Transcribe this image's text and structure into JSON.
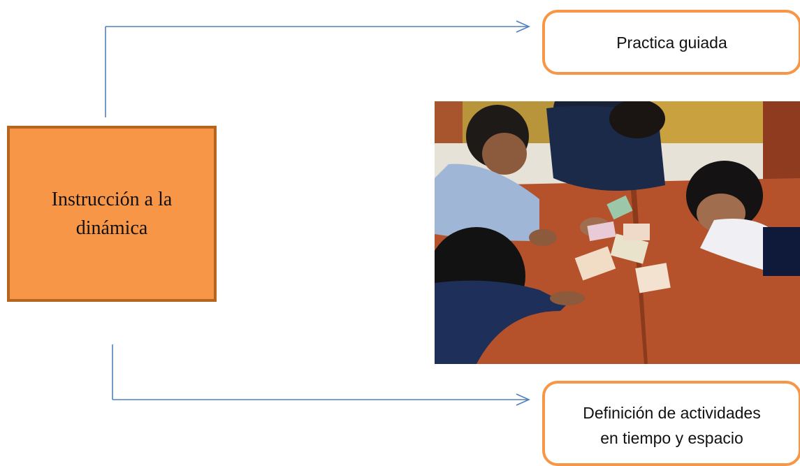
{
  "diagram": {
    "center_node": {
      "label": "Instrucción a la\ndinámica"
    },
    "branches": [
      {
        "label": "Practica guiada"
      },
      {
        "label": "Definición de actividades\nen tiempo y espacio"
      }
    ],
    "photo": {
      "description_visible": false
    }
  },
  "colors": {
    "main_fill": "#f79646",
    "main_border": "#b5651d",
    "rounded_border": "#f79646",
    "connector": "#4f81bd"
  }
}
